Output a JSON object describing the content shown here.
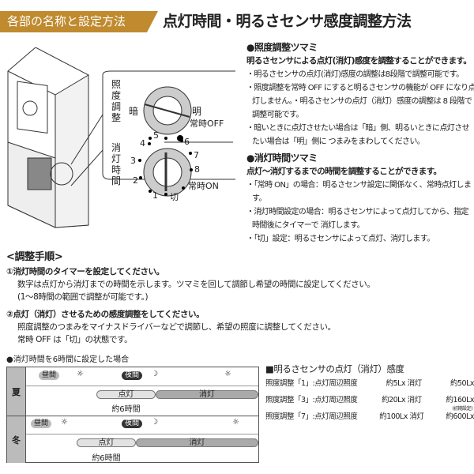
{
  "header": {
    "section_tag": "各部の名称と設定方法",
    "title": "点灯時間・明るさセンサ感度調整方法"
  },
  "brightness_knob": {
    "heading": "●照度調整ツマミ",
    "lead": "明るさセンサによる点灯(消灯)感度を調整することができます。",
    "bullets": [
      "・明るさセンサの点灯(消灯)感度の調整は8段階で調整可能です。",
      "・照度調整を常時 OFF にすると明るさセンサの機能が OFF になり点灯しません。・明るさセンサの点灯（消灯）感度の調整は 8 段階で調整可能です。",
      "・暗いときに点灯させたい場合は「暗」側、明るいときに点灯させたい場合は「明」側に つまみをまわしてください。"
    ]
  },
  "timer_knob": {
    "heading": "●消灯時間ツマミ",
    "lead": "点灯〜消灯するまでの時間を調整することができます。",
    "bullets": [
      "・「常時 ON」の場合：明るさセンサ設定に関係なく、常時点灯します。",
      "・消灯時間設定の場合：明るさセンサによって点灯してから、指定時間後にタイマーで 消灯します。",
      "・「切」設定：明るさセンサによって点灯、消灯します。"
    ]
  },
  "diagram": {
    "brightness_label": "照度調整",
    "dark": "暗",
    "bright": "明",
    "always_off": "常時OFF",
    "timer_label": "消灯時間",
    "numbers": [
      "1",
      "2",
      "3",
      "4",
      "5",
      "6",
      "7",
      "8"
    ],
    "off": "切",
    "always_on": "常時ON"
  },
  "procedure": {
    "heading": "<調整手順>",
    "steps": [
      {
        "title": "①消灯時間のタイマーを設定してください。",
        "lines": [
          "数字は点灯から消灯までの時間を示します。ツマミを回して調節し希望の時間に設定してください。",
          "(1〜8時間の範囲で調整が可能です。)"
        ]
      },
      {
        "title": "②点灯（消灯）させるための感度調整をしてください。",
        "lines": [
          "照度調整のつまみをマイナスドライバーなどで調節し、希望の照度に調整してください。",
          "常時 OFF は「切」の状態です。"
        ]
      }
    ]
  },
  "timeline": {
    "heading": "●消灯時間を6時間に設定した場合",
    "summer": "夏",
    "winter": "冬",
    "day": "昼間",
    "night": "夜間",
    "on": "点灯",
    "off": "消灯",
    "duration": "約6時間"
  },
  "sensitivity": {
    "heading": "■明るさセンサの点灯（消灯）感度",
    "rows": [
      {
        "setting": "照度調整「1」:点灯周辺照度",
        "on": "約5Lx 消灯",
        "off": "約50Lx"
      },
      {
        "setting": "照度調整「3」:点灯周辺照度",
        "on": "約20Lx 消灯",
        "off": "約160Lx",
        "note": "(初期設定)"
      },
      {
        "setting": "照度調整「7」:点灯周辺照度",
        "on": "約100Lx 消灯",
        "off": "約600Lx"
      }
    ]
  },
  "colors": {
    "accent": "#c08a2e"
  }
}
